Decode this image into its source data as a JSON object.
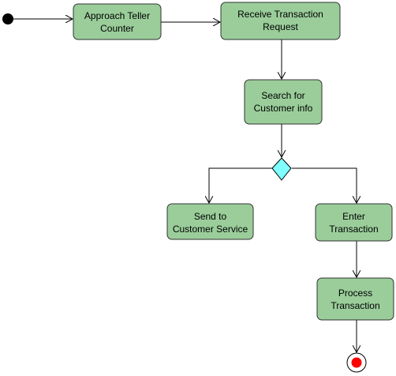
{
  "diagram": {
    "type": "activity-diagram",
    "colors": {
      "activity_fill": "#9acd9a",
      "activity_stroke": "#333333",
      "decision_fill": "#7fffff",
      "start_fill": "#000000",
      "end_inner_fill": "#ff0000",
      "line": "#000000"
    },
    "nodes": {
      "approach": {
        "line1": "Approach Teller",
        "line2": "Counter"
      },
      "receive": {
        "line1": "Receive Transaction",
        "line2": "Request"
      },
      "search": {
        "line1": "Search for",
        "line2": "Customer info"
      },
      "send": {
        "line1": "Send to",
        "line2": "Customer Service"
      },
      "enter": {
        "line1": "Enter",
        "line2": "Transaction"
      },
      "process": {
        "line1": "Process",
        "line2": "Transaction"
      }
    }
  }
}
